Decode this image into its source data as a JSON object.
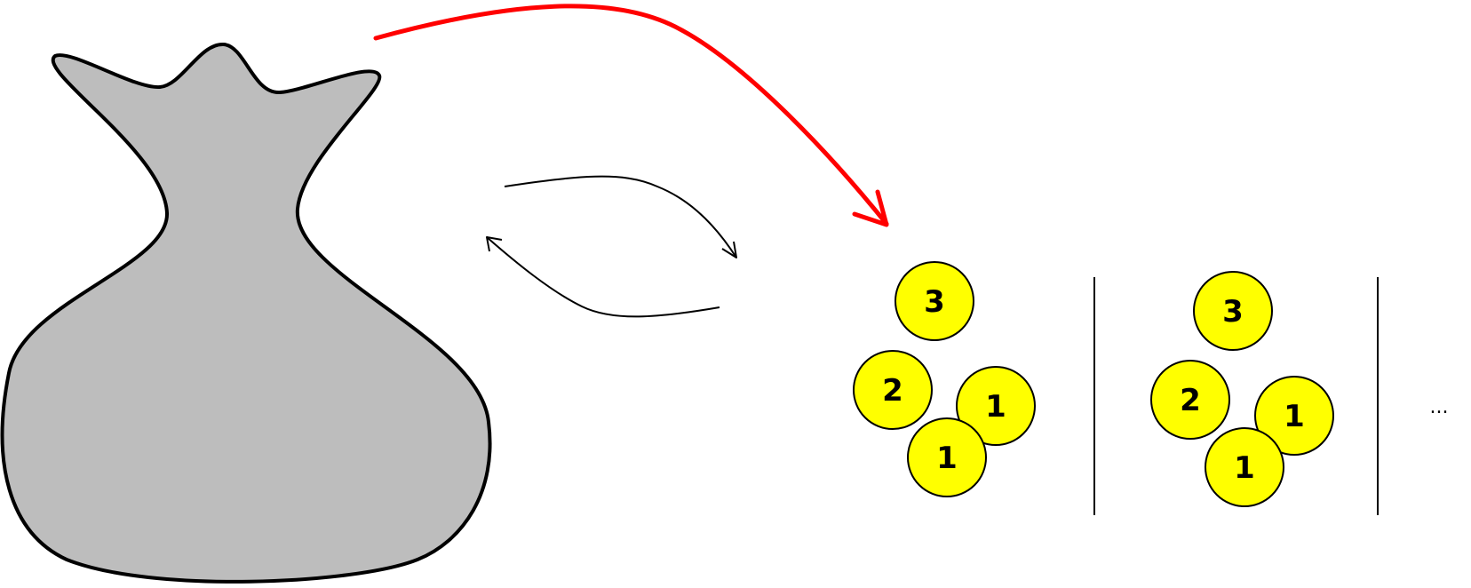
{
  "colors": {
    "bag_fill": "#bdbdbd",
    "bag_stroke": "#000000",
    "draw_arrow": "#ff0000",
    "exchange_arrows": "#000000",
    "ball_fill": "#ffff00",
    "ball_stroke": "#000000",
    "divider": "#000000"
  },
  "groups": [
    {
      "balls": [
        "3",
        "2",
        "1",
        "1"
      ]
    },
    {
      "balls": [
        "3",
        "2",
        "1",
        "1"
      ]
    }
  ],
  "continuation": "..."
}
